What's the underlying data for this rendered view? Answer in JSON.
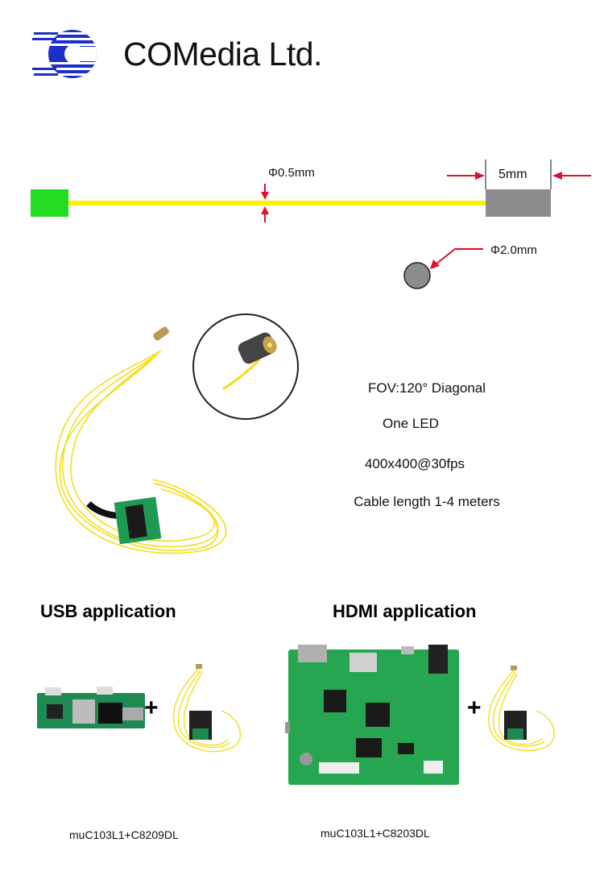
{
  "header": {
    "company_name": "COMedia Ltd."
  },
  "cable_diagram": {
    "cable_diameter": "Φ0.5mm",
    "head_length": "5mm",
    "head_diameter": "Φ2.0mm",
    "colors": {
      "connector": "#22dd22",
      "cable": "#ffee00",
      "camera_head": "#8c8c8c",
      "arrow": "#e0102a"
    }
  },
  "specs": {
    "items": [
      "FOV:120° Diagonal",
      "One LED",
      "400x400@30fps",
      "Cable length  1-4 meters"
    ]
  },
  "applications": {
    "usb": {
      "title": "USB application",
      "model": "muC103L1+C8209DL",
      "plus": "+"
    },
    "hdmi": {
      "title": "HDMI application",
      "model": "muC103L1+C8203DL",
      "plus": "+"
    }
  }
}
